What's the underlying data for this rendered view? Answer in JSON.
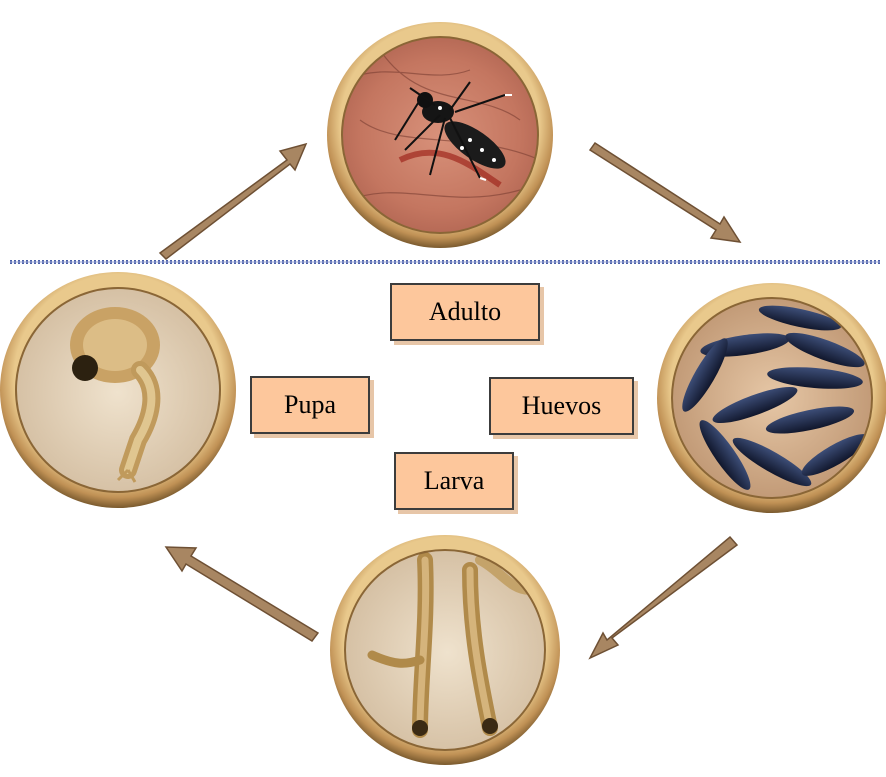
{
  "stages": {
    "adulto": "Adulto",
    "pupa": "Pupa",
    "huevos": "Huevos",
    "larva": "Larva"
  },
  "colors": {
    "label_fill": "#fdc79c",
    "label_border": "#3c3c3c",
    "arrow": "#a88662",
    "frame_ring": "#c39d5e",
    "separator": "#4a5fa8"
  },
  "icons": [
    "mosquito-adult-image",
    "mosquito-eggs-image",
    "mosquito-larvae-image",
    "mosquito-pupa-image"
  ]
}
